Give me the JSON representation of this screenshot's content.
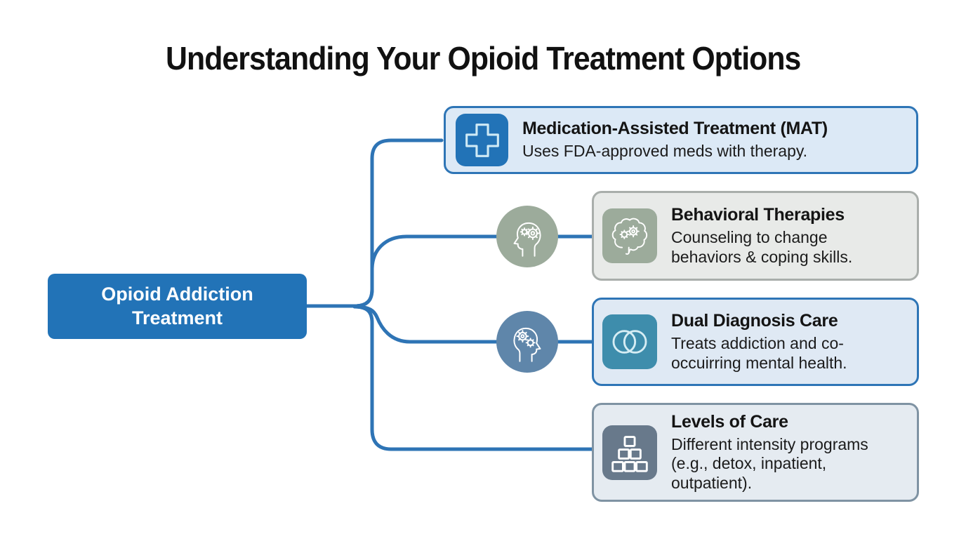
{
  "title": "Understanding Your Opioid Treatment Options",
  "root_node": {
    "label": "Opioid Addiction Treatment",
    "label_lines": [
      "Opioid Addiction",
      "Treatment"
    ]
  },
  "branches": [
    {
      "title": "Medication-Assisted Treatment (MAT)",
      "description": "Uses FDA-approved meds with therapy.",
      "description_lines": [
        "Uses FDA-approved meds with therapy."
      ],
      "icon": "medical-cross-icon",
      "accent_color": "#2273b7",
      "card_background": "#dce9f6",
      "card_border": "#2e75b6"
    },
    {
      "title": "Behavioral Therapies",
      "description": "Counseling to change behaviors & coping skills.",
      "description_lines": [
        "Counseling to change",
        "behaviors & coping skills."
      ],
      "icon": "brain-gears-icon",
      "connector_node_icon": "head-gears-icon",
      "accent_color": "#9cab9b",
      "card_background": "#e8eae8",
      "card_border": "#a9aeab"
    },
    {
      "title": "Dual Diagnosis Care",
      "description": "Treats addiction and co-occuirring mental health.",
      "description_lines": [
        "Treats addiction and co-",
        "occuirring mental health."
      ],
      "icon": "overlapping-circles-icon",
      "connector_node_icon": "head-gears-icon",
      "accent_color": "#3e8dac",
      "card_background": "#dfe9f4",
      "card_border": "#2e75b6"
    },
    {
      "title": "Levels of Care",
      "description": "Different intensity programs (e.g., detox, inpatient, outpatient).",
      "description_lines": [
        "Different intensity programs",
        "(e.g., detox, inpatient,",
        "outpatient)."
      ],
      "icon": "hierarchy-blocks-icon",
      "accent_color": "#68798b",
      "card_background": "#e5ebf1",
      "card_border": "#7f93a3"
    }
  ],
  "colors": {
    "background": "#ffffff",
    "connector_line": "#2e74b5",
    "root_fill": "#2273b7",
    "title_text": "#111111"
  }
}
